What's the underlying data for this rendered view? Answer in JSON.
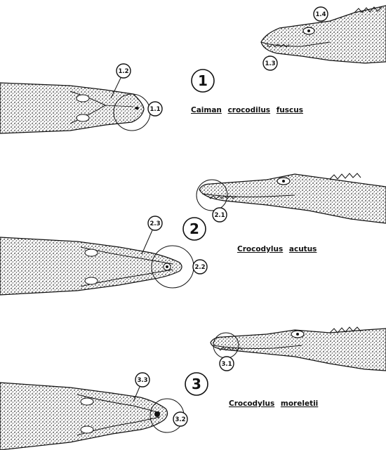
{
  "species": [
    {
      "number": "1",
      "name_genus": "Caiman",
      "name_species": "crocodilus",
      "name_subspecies": "fuscus",
      "labels": [
        "1.1",
        "1.2",
        "1.3",
        "1.4"
      ]
    },
    {
      "number": "2",
      "name_genus": "Crocodylus",
      "name_species": "acutus",
      "labels": [
        "2.1",
        "2.2",
        "2.3"
      ]
    },
    {
      "number": "3",
      "name_genus": "Crocodylus",
      "name_species": "moreletii",
      "labels": [
        "3.1",
        "3.2",
        "3.3"
      ]
    }
  ],
  "colors": {
    "ink": "#111111",
    "stipple": "#444444",
    "paper": "#ffffff"
  }
}
